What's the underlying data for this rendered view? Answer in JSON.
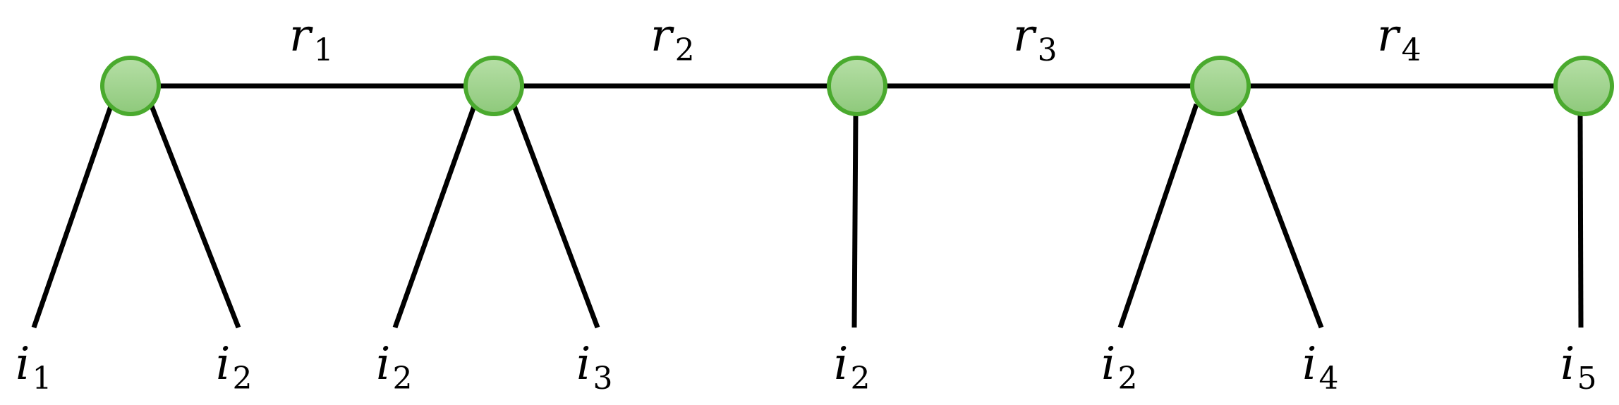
{
  "diagram": {
    "colors": {
      "node_fill_top": "#b6dfa6",
      "node_fill_bottom": "#8ec97b",
      "node_stroke": "#4aaa2e",
      "edge": "#000000"
    },
    "relations": [
      {
        "letter": "r",
        "sub": "1"
      },
      {
        "letter": "r",
        "sub": "2"
      },
      {
        "letter": "r",
        "sub": "3"
      },
      {
        "letter": "r",
        "sub": "4"
      }
    ],
    "items": [
      {
        "letter": "i",
        "sub": "1"
      },
      {
        "letter": "i",
        "sub": "2"
      },
      {
        "letter": "i",
        "sub": "2"
      },
      {
        "letter": "i",
        "sub": "3"
      },
      {
        "letter": "i",
        "sub": "2"
      },
      {
        "letter": "i",
        "sub": "2"
      },
      {
        "letter": "i",
        "sub": "4"
      },
      {
        "letter": "i",
        "sub": "5"
      }
    ]
  }
}
